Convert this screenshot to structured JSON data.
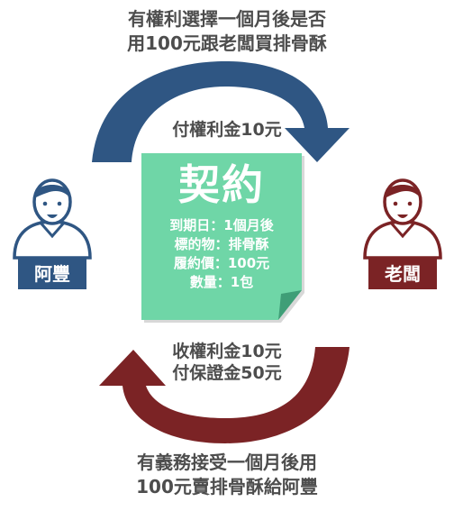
{
  "top_caption": {
    "line1": "有權利選擇一個月後是否",
    "line2": "用100元跟老闆買排骨酥"
  },
  "bottom_caption": {
    "line1": "有義務接受一個月後用",
    "line2": "100元賣排骨酥給阿豐"
  },
  "top_arrow_label": "付權利金10元",
  "bottom_arrow_label": {
    "line1": "收權利金10元",
    "line2": "付保證金50元"
  },
  "contract": {
    "title": "契約",
    "lines": [
      "到期日：1個月後",
      "標的物：排骨酥",
      "履約價：100元",
      "數量：1包"
    ]
  },
  "left_person": {
    "name": "阿豐"
  },
  "right_person": {
    "name": "老闆"
  },
  "colors": {
    "blue": "#2f5683",
    "red": "#7b2325",
    "contract_green": "#6fd6a7",
    "text_gray": "#4d4d4d"
  },
  "icons": {
    "left_person": "person-icon",
    "right_person": "person-icon"
  }
}
